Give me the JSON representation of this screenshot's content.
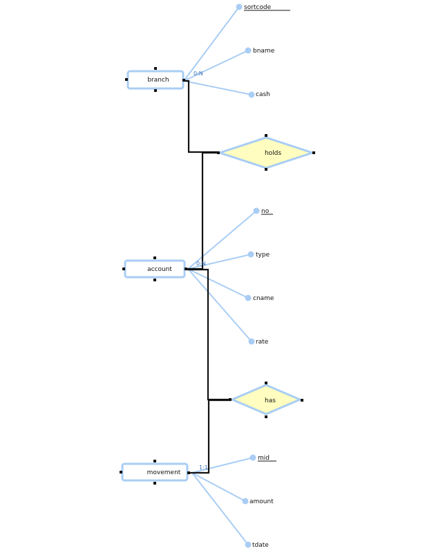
{
  "entities": {
    "branch": {
      "label": "branch",
      "cardinality": "0:N",
      "attributes": [
        {
          "name": "sortcode",
          "key": true
        },
        {
          "name": "bname",
          "key": false
        },
        {
          "name": "cash",
          "key": false
        }
      ]
    },
    "account": {
      "label": "account",
      "cardinality": "0:N",
      "attributes": [
        {
          "name": "no",
          "key": true
        },
        {
          "name": "type",
          "key": false
        },
        {
          "name": "cname",
          "key": false
        },
        {
          "name": "rate",
          "key": false
        }
      ]
    },
    "movement": {
      "label": "movement",
      "cardinality": "1:1",
      "attributes": [
        {
          "name": "mid",
          "key": true
        },
        {
          "name": "amount",
          "key": false
        },
        {
          "name": "tdate",
          "key": false
        }
      ]
    }
  },
  "relationships": {
    "holds": {
      "label": "holds"
    },
    "has": {
      "label": "has"
    }
  },
  "colors": {
    "entity_border": "#a9cdf4",
    "relationship_fill": "#fffdbf",
    "link": "#111111",
    "attribute_line": "#a9cdf4",
    "cardinality_text": "#3a6fb8"
  }
}
